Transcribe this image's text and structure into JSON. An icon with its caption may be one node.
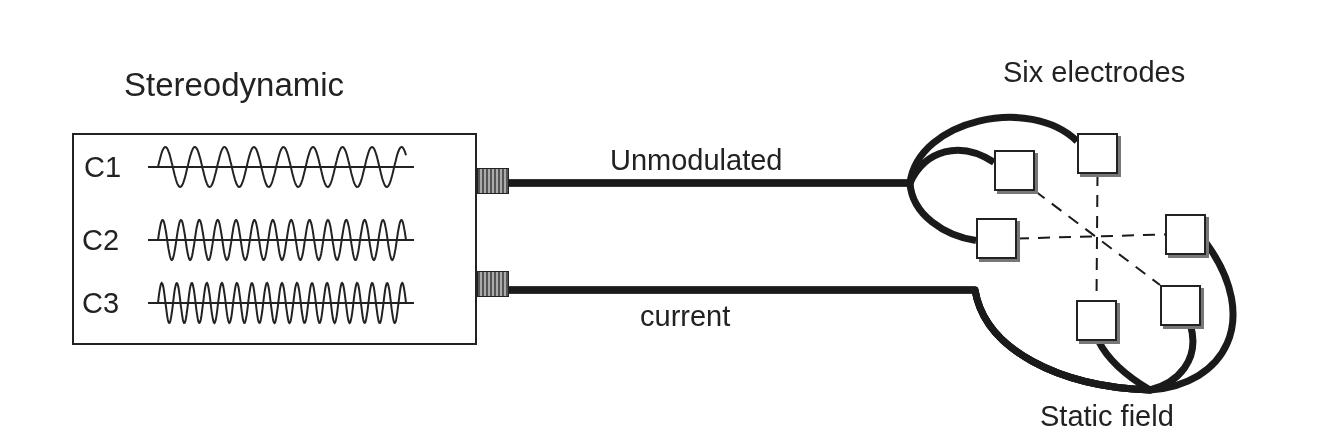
{
  "diagram": {
    "nodes": [
      {
        "text": [
          "Stereodynamic"
        ]
      },
      {
        "text": [],
        "shape": "box"
      },
      {
        "text": [],
        "shape": "box"
      },
      {
        "text": [],
        "shape": "box"
      },
      {
        "text": [],
        "shape": "box"
      },
      {
        "text": [],
        "shape": "box"
      },
      {
        "text": [],
        "shape": "box"
      }
    ],
    "edges": [
      {
        "from": 0,
        "to": 1,
        "arrow": "none"
      },
      {
        "from": 0,
        "to": 2,
        "arrow": "none"
      },
      {
        "from": 0,
        "to": 3,
        "arrow": "none"
      },
      {
        "from": 0,
        "to": 4,
        "arrow": "none"
      },
      {
        "from": 0,
        "to": 5,
        "arrow": "none"
      },
      {
        "from": 0,
        "to": 6,
        "arrow": "none"
      },
      {
        "from": 3,
        "to": 4,
        "arrow": "none",
        "style": "dashed"
      },
      {
        "from": 1,
        "to": 6,
        "arrow": "none",
        "style": "dashed"
      },
      {
        "from": 2,
        "to": 5,
        "arrow": "none",
        "style": "dashed"
      }
    ],
    "labels": [
      "Six electrodes",
      "C1",
      "Unmodulated",
      "C2",
      "C3",
      "current",
      "Static field"
    ]
  }
}
